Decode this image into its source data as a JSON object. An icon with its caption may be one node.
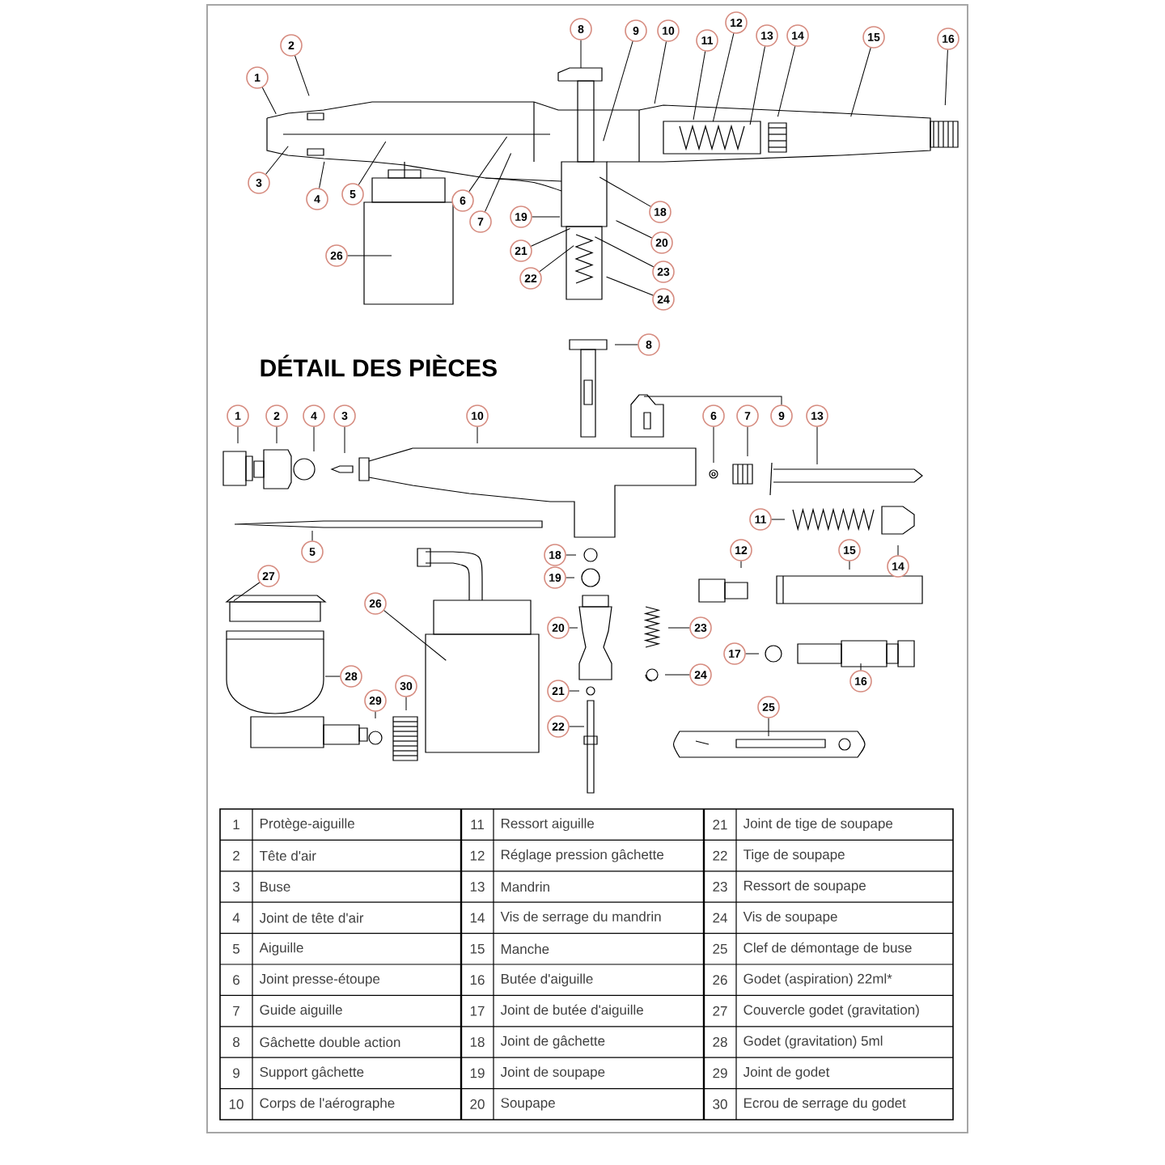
{
  "diagram": {
    "title": "DÉTAIL DES PIÈCES",
    "nodes": [
      {
        "text": [
          "1"
        ]
      },
      {
        "text": [
          "2"
        ]
      },
      {
        "text": [
          "3"
        ]
      },
      {
        "text": [
          "4"
        ]
      },
      {
        "text": [
          "5"
        ]
      },
      {
        "text": [
          "6"
        ]
      },
      {
        "text": [
          "7"
        ]
      },
      {
        "text": [
          "8"
        ]
      },
      {
        "text": [
          "9"
        ]
      },
      {
        "text": [
          "10"
        ]
      },
      {
        "text": [
          "11"
        ]
      },
      {
        "text": [
          "12"
        ]
      },
      {
        "text": [
          "13"
        ]
      },
      {
        "text": [
          "14"
        ]
      },
      {
        "text": [
          "15"
        ]
      },
      {
        "text": [
          "16"
        ]
      },
      {
        "text": [
          "18"
        ]
      },
      {
        "text": [
          "19"
        ]
      },
      {
        "text": [
          "20"
        ]
      },
      {
        "text": [
          "21"
        ]
      },
      {
        "text": [
          "22"
        ]
      },
      {
        "text": [
          "23"
        ]
      },
      {
        "text": [
          "24"
        ]
      },
      {
        "text": [
          "26"
        ]
      },
      {
        "text": [
          "8"
        ]
      },
      {
        "text": [
          "1"
        ]
      },
      {
        "text": [
          "2"
        ]
      },
      {
        "text": [
          "4"
        ]
      },
      {
        "text": [
          "3"
        ]
      },
      {
        "text": [
          "10"
        ]
      },
      {
        "text": [
          "6"
        ]
      },
      {
        "text": [
          "7"
        ]
      },
      {
        "text": [
          "9"
        ]
      },
      {
        "text": [
          "13"
        ]
      },
      {
        "text": [
          "11"
        ]
      },
      {
        "text": [
          "14"
        ]
      },
      {
        "text": [
          "5"
        ]
      },
      {
        "text": [
          "18"
        ]
      },
      {
        "text": [
          "19"
        ]
      },
      {
        "text": [
          "12"
        ]
      },
      {
        "text": [
          "15"
        ]
      },
      {
        "text": [
          "27"
        ]
      },
      {
        "text": [
          "26"
        ]
      },
      {
        "text": [
          "20"
        ]
      },
      {
        "text": [
          "23"
        ]
      },
      {
        "text": [
          "17"
        ]
      },
      {
        "text": [
          "28"
        ]
      },
      {
        "text": [
          "24"
        ]
      },
      {
        "text": [
          "16"
        ]
      },
      {
        "text": [
          "29"
        ]
      },
      {
        "text": [
          "30"
        ]
      },
      {
        "text": [
          "21"
        ]
      },
      {
        "text": [
          "22"
        ]
      },
      {
        "text": [
          "25"
        ]
      }
    ],
    "edges": [
      {
        "from": 0,
        "to": null,
        "arrow": "none"
      },
      {
        "from": 1,
        "to": null,
        "arrow": "none"
      },
      {
        "from": 2,
        "to": null,
        "arrow": "none"
      },
      {
        "from": 3,
        "to": null,
        "arrow": "none"
      },
      {
        "from": 4,
        "to": null,
        "arrow": "none"
      },
      {
        "from": 5,
        "to": null,
        "arrow": "none"
      },
      {
        "from": 6,
        "to": null,
        "arrow": "none"
      },
      {
        "from": 7,
        "to": null,
        "arrow": "none"
      },
      {
        "from": 8,
        "to": null,
        "arrow": "none"
      },
      {
        "from": 9,
        "to": null,
        "arrow": "none"
      },
      {
        "from": 10,
        "to": null,
        "arrow": "none"
      },
      {
        "from": 11,
        "to": null,
        "arrow": "none"
      },
      {
        "from": 12,
        "to": null,
        "arrow": "none"
      },
      {
        "from": 13,
        "to": null,
        "arrow": "none"
      },
      {
        "from": 14,
        "to": null,
        "arrow": "none"
      },
      {
        "from": 15,
        "to": null,
        "arrow": "none"
      },
      {
        "from": 16,
        "to": null,
        "arrow": "none"
      },
      {
        "from": 17,
        "to": null,
        "arrow": "none"
      },
      {
        "from": 18,
        "to": null,
        "arrow": "none"
      },
      {
        "from": 19,
        "to": null,
        "arrow": "none"
      },
      {
        "from": 20,
        "to": null,
        "arrow": "none"
      },
      {
        "from": 21,
        "to": null,
        "arrow": "none"
      },
      {
        "from": 22,
        "to": null,
        "arrow": "none"
      },
      {
        "from": 23,
        "to": null,
        "arrow": "none"
      },
      {
        "from": 24,
        "to": null,
        "arrow": "none"
      },
      {
        "from": 25,
        "to": null,
        "arrow": "none"
      },
      {
        "from": 26,
        "to": null,
        "arrow": "none"
      },
      {
        "from": 27,
        "to": null,
        "arrow": "none"
      },
      {
        "from": 28,
        "to": null,
        "arrow": "none"
      },
      {
        "from": 29,
        "to": null,
        "arrow": "none"
      },
      {
        "from": 30,
        "to": null,
        "arrow": "none"
      },
      {
        "from": 31,
        "to": null,
        "arrow": "none"
      },
      {
        "from": 32,
        "to": null,
        "arrow": "none"
      },
      {
        "from": 33,
        "to": null,
        "arrow": "none"
      },
      {
        "from": 34,
        "to": null,
        "arrow": "none"
      },
      {
        "from": 35,
        "to": null,
        "arrow": "none"
      },
      {
        "from": 36,
        "to": null,
        "arrow": "none"
      },
      {
        "from": 37,
        "to": null,
        "arrow": "none"
      },
      {
        "from": 38,
        "to": null,
        "arrow": "none"
      },
      {
        "from": 39,
        "to": null,
        "arrow": "none"
      },
      {
        "from": 40,
        "to": null,
        "arrow": "none"
      },
      {
        "from": 41,
        "to": null,
        "arrow": "none"
      },
      {
        "from": 42,
        "to": null,
        "arrow": "none"
      },
      {
        "from": 43,
        "to": null,
        "arrow": "none"
      },
      {
        "from": 44,
        "to": null,
        "arrow": "none"
      },
      {
        "from": 45,
        "to": null,
        "arrow": "none"
      },
      {
        "from": 46,
        "to": null,
        "arrow": "none"
      },
      {
        "from": 47,
        "to": null,
        "arrow": "none"
      },
      {
        "from": 48,
        "to": null,
        "arrow": "none"
      },
      {
        "from": 49,
        "to": null,
        "arrow": "none"
      },
      {
        "from": 50,
        "to": null,
        "arrow": "none"
      },
      {
        "from": 51,
        "to": null,
        "arrow": "none"
      },
      {
        "from": 52,
        "to": null,
        "arrow": "none"
      },
      {
        "from": 53,
        "to": null,
        "arrow": "none"
      }
    ],
    "labels": [
      "1",
      "Protège-aiguille",
      "11",
      "Ressort aiguille",
      "21",
      "Joint de tige de soupape",
      "2",
      "Tête d'air",
      "12",
      "Réglage pression gâchette",
      "22",
      "Tige de soupape",
      "3",
      "Buse",
      "13",
      "Mandrin",
      "23",
      "Ressort de soupape",
      "4",
      "Joint de tête d'air",
      "14",
      "Vis de serrage du mandrin",
      "24",
      "Vis de soupape",
      "5",
      "Aiguille",
      "15",
      "Manche",
      "25",
      "Clef de démontage de buse",
      "6",
      "Joint presse-étoupe",
      "16",
      "Butée d'aiguille",
      "26",
      "Godet (aspiration) 22ml*",
      "7",
      "Guide aiguille",
      "17",
      "Joint de butée d'aiguille",
      "27",
      "Couvercle godet (gravitation)",
      "8",
      "Gâchette double action",
      "18",
      "Joint de gâchette",
      "28",
      "Godet (gravitation) 5ml",
      "9",
      "Support gâchette",
      "19",
      "Joint de soupape",
      "29",
      "Joint de godet",
      "10",
      "Corps de l'aérographe",
      "20",
      "Soupape",
      "30",
      "Ecrou de serrage du godet"
    ]
  }
}
